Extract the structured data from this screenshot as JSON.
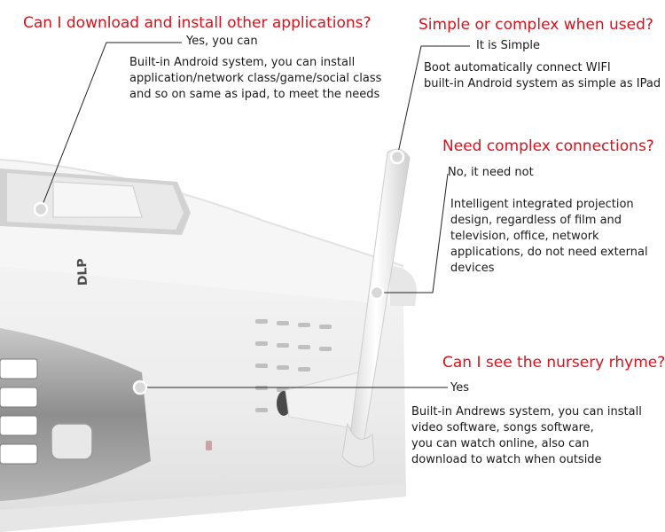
{
  "callouts": [
    {
      "question": "Can I download and install other applications?",
      "answer": "Yes, you can",
      "detail": "Built-in Android system, you can install\napplication/network class/game/social class\nand so on same as ipad, to meet the needs"
    },
    {
      "question": "Simple or complex when used?",
      "answer": "It is Simple",
      "detail": "Boot automatically connect WIFI\nbuilt-in Android system as simple as IPad"
    },
    {
      "question": "Need complex connections?",
      "answer": "No, it need not",
      "detail": "Intelligent integrated projection\ndesign, regardless of film and\ntelevision, office, network\napplications, do not need external\ndevices"
    },
    {
      "question": "Can I see the nursery rhyme?",
      "answer": "Yes",
      "detail": "Built-in Andrews system, you can install\nvideo software, songs software,\nyou can watch online, also can\ndownload to watch when outside"
    }
  ],
  "product": {
    "brand_logo": "DLP"
  },
  "colors": {
    "question": "#d9111b",
    "text": "#1a1a1a",
    "body": "#f4f4f4",
    "trim": "#9a9a9a"
  }
}
